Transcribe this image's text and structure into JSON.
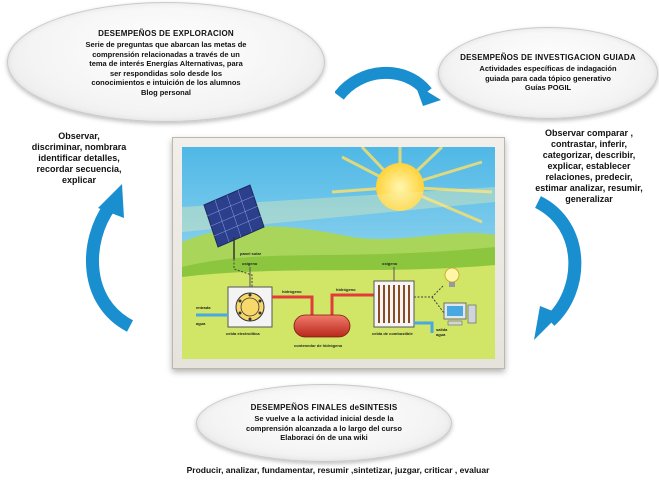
{
  "exploration": {
    "title": "DESEMPEÑOS DE EXPLORACION",
    "lines": [
      "Serie de preguntas que abarcan las metas de",
      "comprensión relacionadas a través de un",
      "tema de interés Energías Alternativas, para",
      "ser respondidas solo desde los",
      "conocimientos e intuición de los alumnos",
      "Blog personal"
    ]
  },
  "investigation": {
    "title": "DESEMPEÑOS DE INVESTIGACION GUIADA",
    "lines": [
      "Actividades específicas de indagación",
      "guiada para cada tópico generativo",
      "Guías POGIL"
    ]
  },
  "final": {
    "title": "DESEMPEÑOS FINALES deSINTESIS",
    "lines": [
      "Se vuelve a la actividad inicial desde la",
      "comprensión alcanzada a lo largo del curso",
      "Elaboraci ón de una wiki"
    ]
  },
  "skills_left": [
    "Observar,",
    "discriminar, nombrara",
    "identificar detalles,",
    "recordar secuencia,",
    "explicar"
  ],
  "skills_right": [
    "Observar comparar ,",
    "contrastar, inferir,",
    "categorizar, describir,",
    "explicar, establecer",
    "relaciones, predecir,",
    "estimar analizar, resumir,",
    "generalizar"
  ],
  "skills_bottom": "Producir, analizar, fundamentar, resumir ,sintetizar, juzgar, criticar , evaluar",
  "illustration_labels": {
    "panel": "panel solar",
    "oxygen_top_left": "oxígeno",
    "oxygen_top_right": "oxígeno",
    "hydrogen_left": "hidrógeno",
    "hydrogen_right": "hidrógeno",
    "water_in": "entrada",
    "water_in2": "agua",
    "electrolysis": "celda electrolítica",
    "tank": "contenedor de hidrógeno",
    "fuel_cell": "celda de combustible",
    "water_out": "salida",
    "water_out2": "agua"
  },
  "colors": {
    "arrow": "#1a8fd0",
    "sky": "#6fc7e8",
    "sun": "#ffd23a",
    "hills": "#8cc63f",
    "tank": "#d93b2b",
    "pipe_hydrogen": "#e23b3b",
    "pipe_water": "#4aa8e0"
  }
}
